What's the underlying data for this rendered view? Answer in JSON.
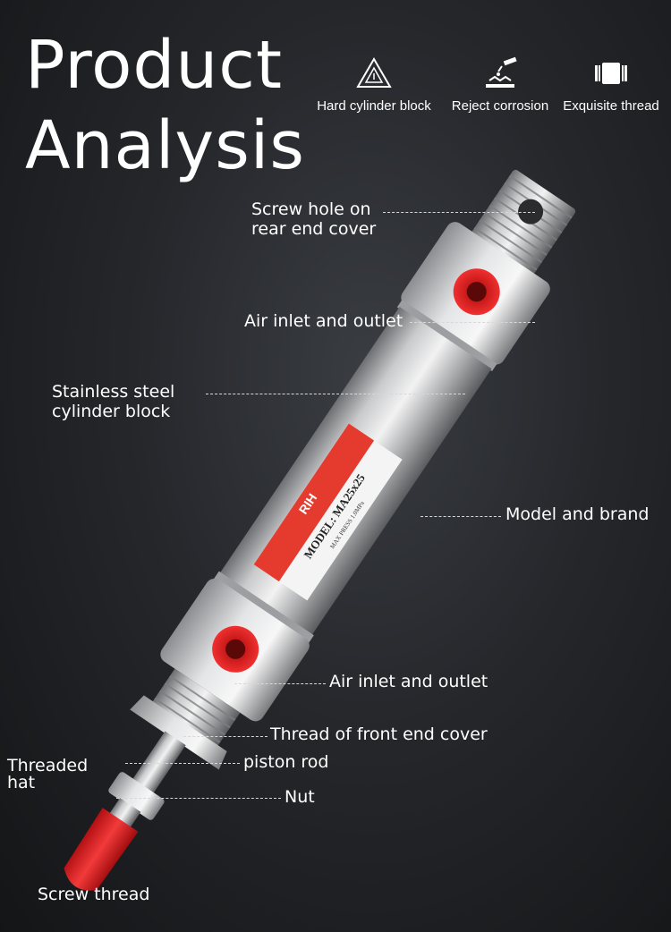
{
  "heading": {
    "line1": "Product",
    "line2": "Analysis"
  },
  "features": [
    {
      "icon": "hardness-triangle-icon",
      "label": "Hard cylinder block"
    },
    {
      "icon": "corrosion-drop-icon",
      "label": "Reject corrosion"
    },
    {
      "icon": "thread-icon",
      "label": "Exquisite thread"
    }
  ],
  "callouts": {
    "screw_hole_1": "Screw hole on",
    "screw_hole_2": "rear end cover",
    "air_inlet_top": "Air inlet and outlet",
    "stainless_1": "Stainless steel",
    "stainless_2": "cylinder block",
    "model_brand": "Model and brand",
    "air_inlet_bottom": "Air inlet and outlet",
    "thread_front": "Thread of front end cover",
    "piston_rod": "piston rod",
    "threaded_hat_1": "Threaded",
    "threaded_hat_2": "hat",
    "nut": "Nut",
    "screw_thread": "Screw thread"
  },
  "label_sticker": {
    "brand": "RIH",
    "model": "MODEL: MA25x25",
    "pressure": "MAX PRESS 1.0MPa"
  }
}
